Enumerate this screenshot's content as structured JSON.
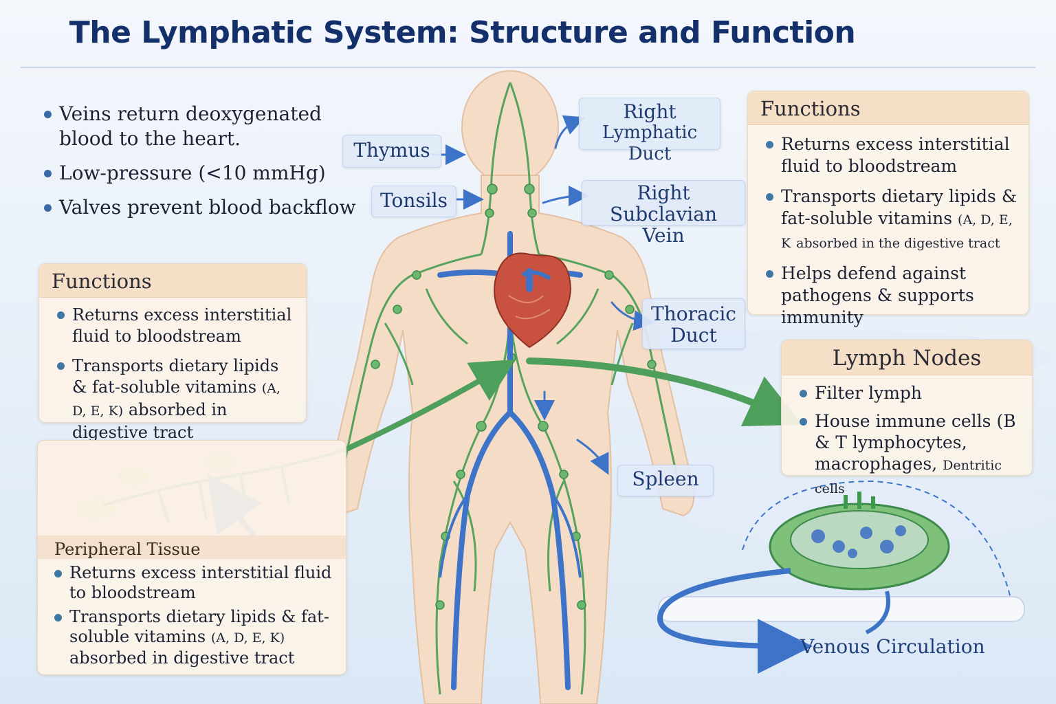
{
  "title": "The Lymphatic System: Structure and Function",
  "veins_notes": [
    "Veins return deoxygenated blood to the heart.",
    "Low-pressure (<10 mmHg)",
    "Valves prevent blood backflow"
  ],
  "left_functions": {
    "heading": "Functions",
    "items": [
      "Returns excess interstitial fluid to bloodstream",
      "Transports dietary lipids & fat-soluble vitamins",
      "(A, D, E, K)",
      "absorbed in digestive tract"
    ]
  },
  "right_functions": {
    "heading": "Functions",
    "items": [
      "Returns excess interstitial fluid to bloodstream",
      "Transports dietary lipids & fat-soluble vitamins",
      "(A, D, E, K",
      "absorbed in the digestive tract",
      "Helps defend against pathogens & supports immunity"
    ]
  },
  "lymph_nodes": {
    "heading": "Lymph Nodes",
    "items": [
      "Filter lymph",
      "House immune cells (B & T lymphocytes, macrophages,",
      "Dentritic cells"
    ]
  },
  "peripheral_tissue": {
    "heading": "Peripheral Tissue",
    "items": [
      "Returns excess interstitial fluid to bloodstream",
      "Transports dietary lipids & fat-soluble vitamins",
      "(A, D, E, K)",
      "absorbed in digestive tract"
    ]
  },
  "labels": {
    "thymus": "Thymus",
    "tonsils": "Tonsils",
    "right_lymphatic_duct_1": "Right",
    "right_lymphatic_duct_2": "Lymphatic Duct",
    "right_subclavian_1": "Right Subclavian",
    "right_subclavian_2": "Vein",
    "thoracic_duct_1": "Thoracic",
    "thoracic_duct_2": "Duct",
    "spleen": "Spleen",
    "venous": "Venous Circulation"
  },
  "colors": {
    "title": "#14306b",
    "lymph": "#3c9a4c",
    "vein": "#3d74c8",
    "skin": "#f4dcc6",
    "heart": "#c8523f"
  }
}
